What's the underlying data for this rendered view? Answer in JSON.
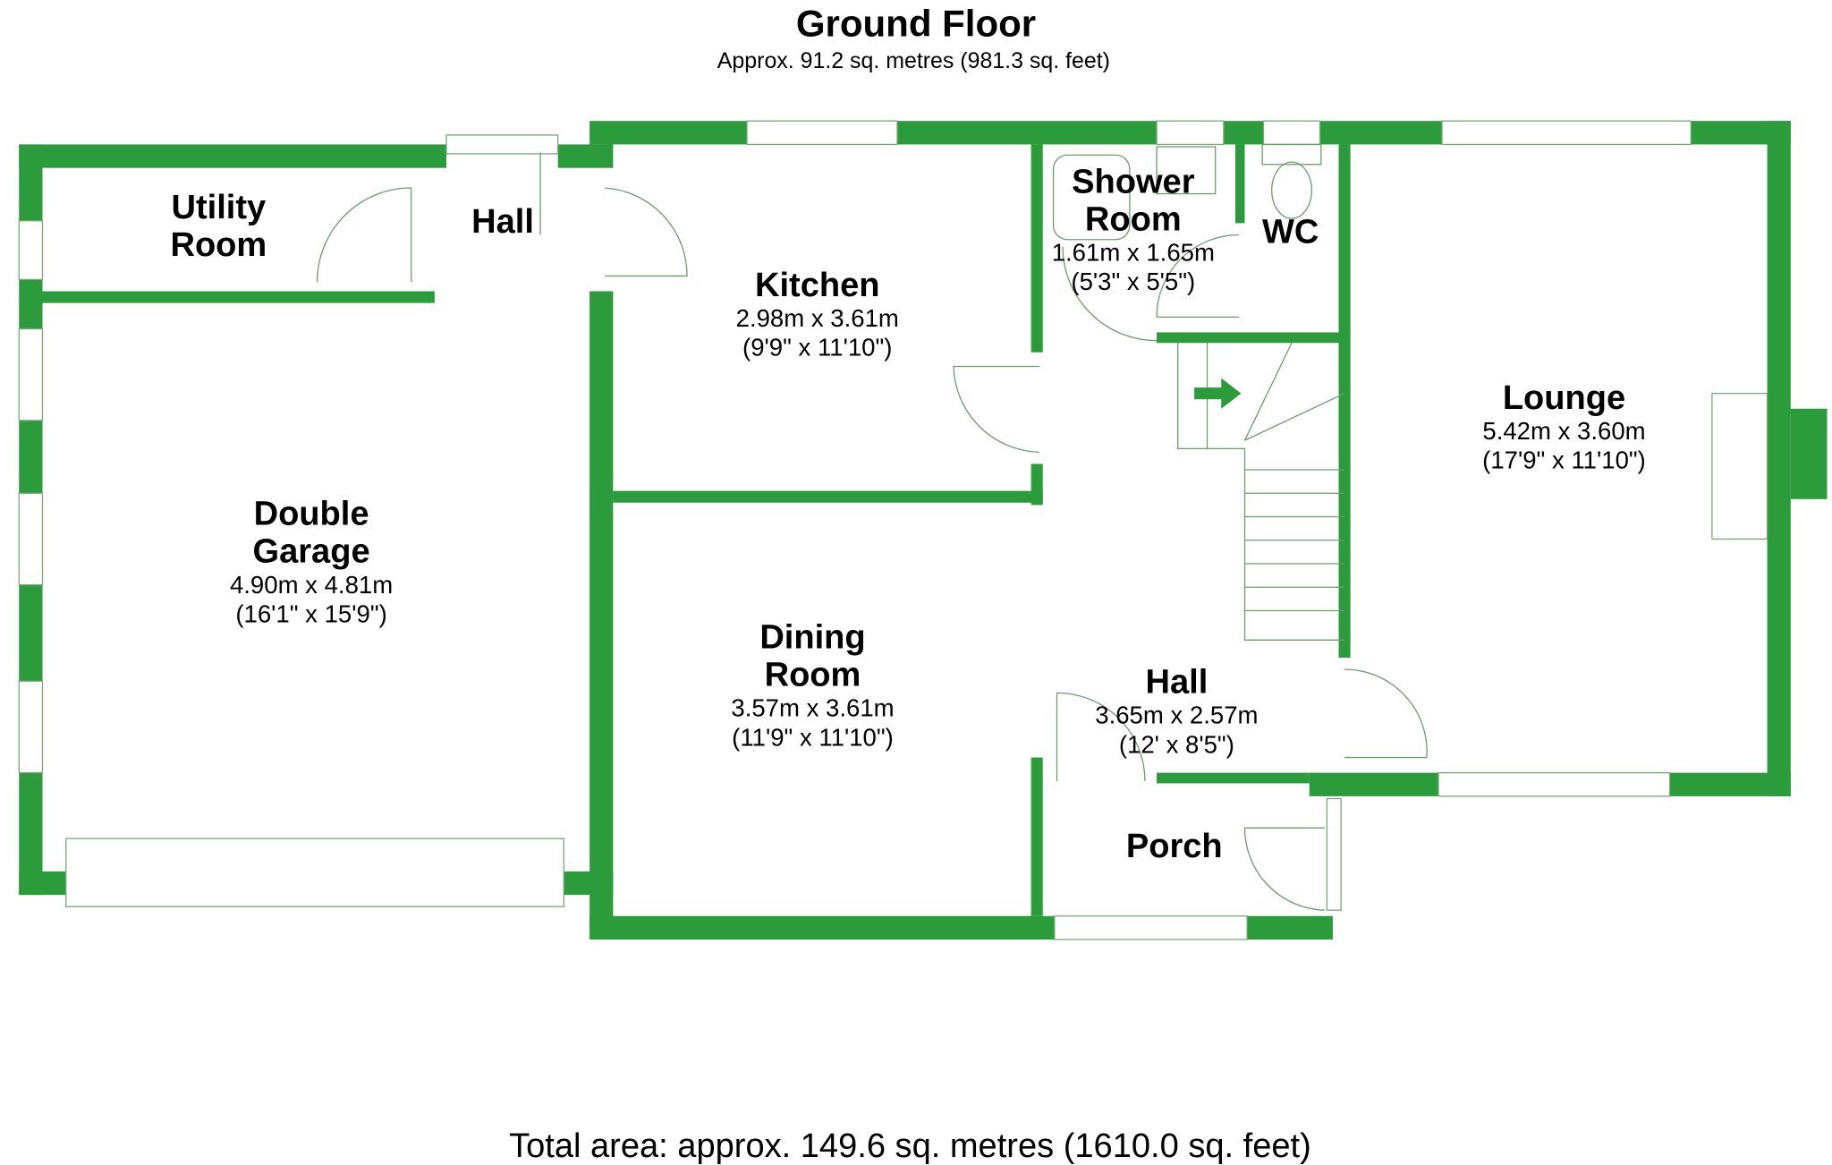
{
  "header": {
    "title": "Ground Floor",
    "subtitle": "Approx. 91.2 sq. metres (981.3 sq. feet)"
  },
  "rooms": [
    {
      "name_lines": [
        "Utility",
        "Room"
      ]
    },
    {
      "name_lines": [
        "Hall"
      ]
    },
    {
      "name_lines": [
        "Kitchen"
      ],
      "metric": "2.98m x 3.61m",
      "imperial": "(9'9\" x 11'10\")"
    },
    {
      "name_lines": [
        "Shower",
        "Room"
      ],
      "metric": "1.61m x 1.65m",
      "imperial": "(5'3\" x 5'5\")"
    },
    {
      "name_lines": [
        "WC"
      ]
    },
    {
      "name_lines": [
        "Lounge"
      ],
      "metric": "5.42m x 3.60m",
      "imperial": "(17'9\" x 11'10\")"
    },
    {
      "name_lines": [
        "Double",
        "Garage"
      ],
      "metric": "4.90m x 4.81m",
      "imperial": "(16'1\" x 15'9\")"
    },
    {
      "name_lines": [
        "Dining",
        "Room"
      ],
      "metric": "3.57m x 3.61m",
      "imperial": "(11'9\" x 11'10\")"
    },
    {
      "name_lines": [
        "Hall"
      ],
      "metric": "3.65m x 2.57m",
      "imperial": "(12' x 8'5\")"
    },
    {
      "name_lines": [
        "Porch"
      ]
    }
  ],
  "footer": {
    "total": "Total area: approx. 149.6 sq. metres (1610.0 sq. feet)"
  },
  "colors": {
    "wall": "#2c9b3c"
  }
}
